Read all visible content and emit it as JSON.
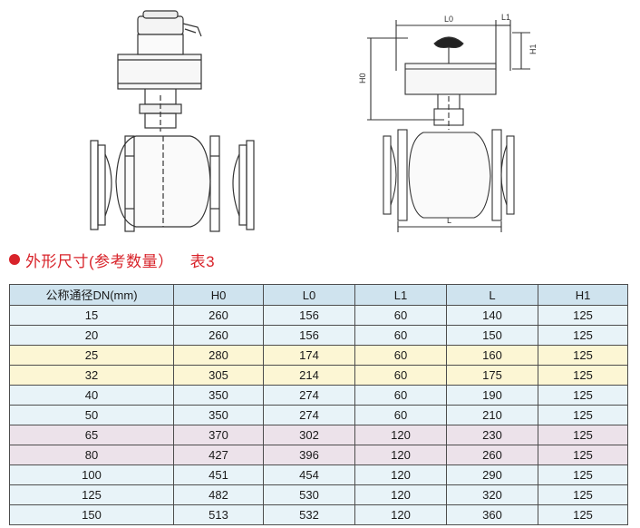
{
  "diagram": {
    "labels": {
      "L0": "L0",
      "L1": "L1",
      "H0": "H0",
      "H1": "H1",
      "L": "L"
    }
  },
  "section": {
    "title_main": "外形尺寸(参考数量）",
    "title_table": "表3"
  },
  "table": {
    "headers": [
      "公称通径DN(mm)",
      "H0",
      "L0",
      "L1",
      "L",
      "H1"
    ],
    "rows": [
      {
        "cells": [
          "15",
          "260",
          "156",
          "60",
          "140",
          "125"
        ],
        "highlight": "none"
      },
      {
        "cells": [
          "20",
          "260",
          "156",
          "60",
          "150",
          "125"
        ],
        "highlight": "none"
      },
      {
        "cells": [
          "25",
          "280",
          "174",
          "60",
          "160",
          "125"
        ],
        "highlight": "yellow"
      },
      {
        "cells": [
          "32",
          "305",
          "214",
          "60",
          "175",
          "125"
        ],
        "highlight": "yellow"
      },
      {
        "cells": [
          "40",
          "350",
          "274",
          "60",
          "190",
          "125"
        ],
        "highlight": "none"
      },
      {
        "cells": [
          "50",
          "350",
          "274",
          "60",
          "210",
          "125"
        ],
        "highlight": "none"
      },
      {
        "cells": [
          "65",
          "370",
          "302",
          "120",
          "230",
          "125"
        ],
        "highlight": "pink"
      },
      {
        "cells": [
          "80",
          "427",
          "396",
          "120",
          "260",
          "125"
        ],
        "highlight": "pink"
      },
      {
        "cells": [
          "100",
          "451",
          "454",
          "120",
          "290",
          "125"
        ],
        "highlight": "none"
      },
      {
        "cells": [
          "125",
          "482",
          "530",
          "120",
          "320",
          "125"
        ],
        "highlight": "none"
      },
      {
        "cells": [
          "150",
          "513",
          "532",
          "120",
          "360",
          "125"
        ],
        "highlight": "none"
      }
    ]
  },
  "colors": {
    "accent": "#d8232a",
    "header_bg": "#cfe3ee",
    "row_bg": "#e8f3f8",
    "row_yellow": "#fcf6d4",
    "row_pink": "#ece2ea"
  }
}
